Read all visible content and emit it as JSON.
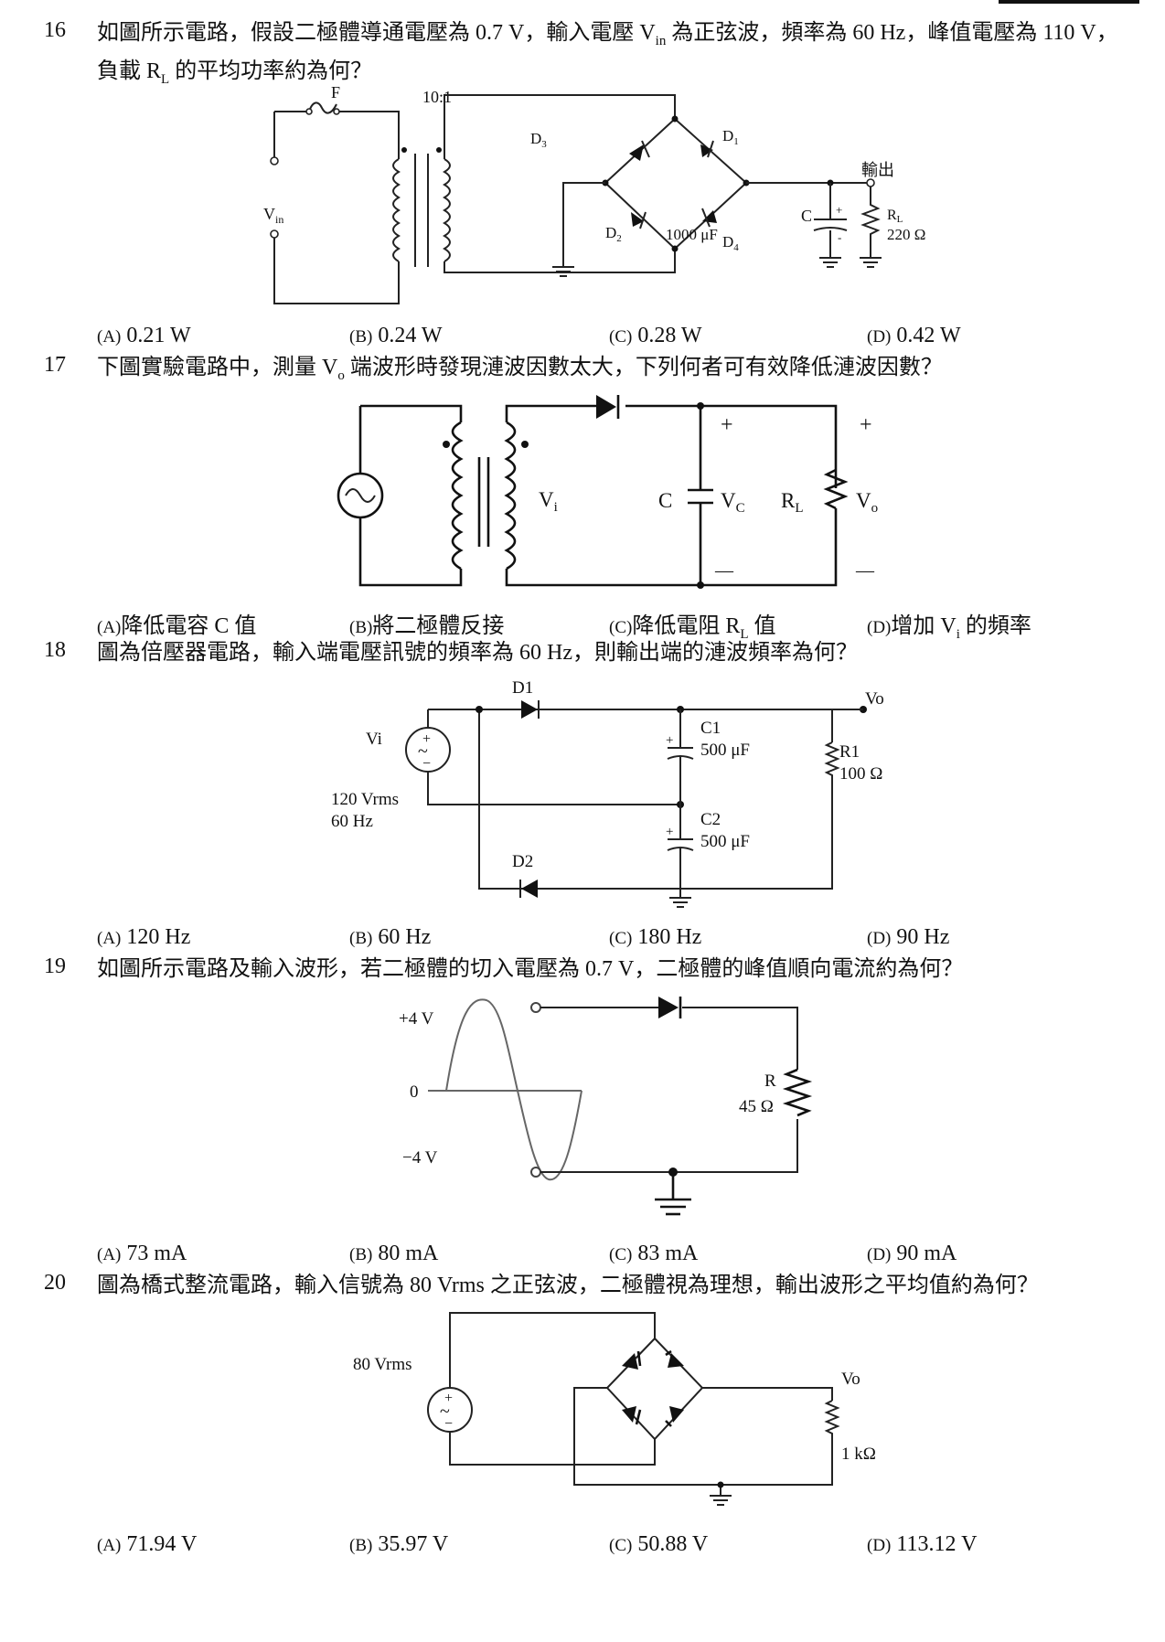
{
  "questions": [
    {
      "num": "16",
      "text_1": "如圖所示電路，假設二極體導通電壓為 0.7 V，輸入電壓 V",
      "text_sub": "in",
      "text_2": " 為正弦波，頻率為 60 Hz，峰值電壓為 110 V，負載 R",
      "text_sub2": "L",
      "text_3": " 的平均功率約為何？",
      "figure": {
        "fuse": "F",
        "ratio": "10:1",
        "vin": "V",
        "vin_sub": "in",
        "d1": "D",
        "d1_sub": "1",
        "d2": "D",
        "d2_sub": "2",
        "d3": "D",
        "d3_sub": "3",
        "d4": "D",
        "d4_sub": "4",
        "output": "輸出",
        "cap_name": "C",
        "cap_value": "1000 μF",
        "plus": "+",
        "minus": "-",
        "rl": "R",
        "rl_sub": "L",
        "rl_value": "220 Ω"
      },
      "options": [
        {
          "label": "(A)",
          "text": " 0.21 W"
        },
        {
          "label": "(B)",
          "text": " 0.24 W"
        },
        {
          "label": "(C)",
          "text": " 0.28 W"
        },
        {
          "label": "(D)",
          "text": " 0.42 W"
        }
      ]
    },
    {
      "num": "17",
      "text_1": "下圖實驗電路中，測量 V",
      "text_sub": "o",
      "text_2": " 端波形時發現漣波因數太大，下列何者可有效降低漣波因數？",
      "figure": {
        "vi": "V",
        "vi_sub": "i",
        "c": "C",
        "vc": "V",
        "vc_sub": "C",
        "rl": "R",
        "rl_sub": "L",
        "vo": "V",
        "vo_sub": "o",
        "plus": "+",
        "minus": "—"
      },
      "options": [
        {
          "label": "(A)",
          "text": "降低電容 C 值"
        },
        {
          "label": "(B)",
          "text": "將二極體反接"
        },
        {
          "label": "(C)",
          "text": "降低電阻 R",
          "sub": "L",
          "tail": " 值"
        },
        {
          "label": "(D)",
          "text": "增加 V",
          "sub": "i",
          "tail": " 的頻率"
        }
      ]
    },
    {
      "num": "18",
      "text_1": "圖為倍壓器電路，輸入端電壓訊號的頻率為 60 Hz，則輸出端的漣波頻率為何？",
      "figure": {
        "d1": "D1",
        "d2": "D2",
        "vi": "Vi",
        "vo": "Vo",
        "src_value": "120 Vrms",
        "src_freq": "60 Hz",
        "c1": "C1",
        "c1_value": "500 μF",
        "c2": "C2",
        "c2_value": "500 μF",
        "r1": "R1",
        "r1_value": "100 Ω",
        "plus": "+",
        "minus": "−",
        "tilde": "~"
      },
      "options": [
        {
          "label": "(A)",
          "text": " 120 Hz"
        },
        {
          "label": "(B)",
          "text": " 60 Hz"
        },
        {
          "label": "(C)",
          "text": " 180 Hz"
        },
        {
          "label": "(D)",
          "text": " 90 Hz"
        }
      ]
    },
    {
      "num": "19",
      "text_1": "如圖所示電路及輸入波形，若二極體的切入電壓為 0.7 V，二極體的峰值順向電流約為何？",
      "figure": {
        "vmax": "+4 V",
        "zero": "0",
        "vmin": "−4 V",
        "r": "R",
        "r_value": "45 Ω"
      },
      "options": [
        {
          "label": "(A)",
          "text": " 73 mA"
        },
        {
          "label": "(B)",
          "text": " 80 mA"
        },
        {
          "label": "(C)",
          "text": " 83 mA"
        },
        {
          "label": "(D)",
          "text": " 90 mA"
        }
      ]
    },
    {
      "num": "20",
      "text_1": "圖為橋式整流電路，輸入信號為 80 Vrms 之正弦波，二極體視為理想，輸出波形之平均值約為何？",
      "figure": {
        "src_value": "80 Vrms",
        "vo": "Vo",
        "r_value": "1 kΩ",
        "plus": "+",
        "minus": "−",
        "tilde": "~"
      },
      "options": [
        {
          "label": "(A)",
          "text": " 71.94 V"
        },
        {
          "label": "(B)",
          "text": " 35.97 V"
        },
        {
          "label": "(C)",
          "text": " 50.88 V"
        },
        {
          "label": "(D)",
          "text": " 113.12 V"
        }
      ]
    }
  ]
}
